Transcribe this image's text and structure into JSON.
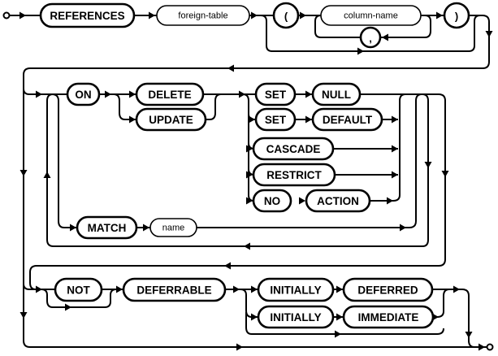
{
  "colors": {
    "line": "#000000",
    "background": "#ffffff",
    "box_fill": "#ffffff"
  },
  "diagram": {
    "kind": "railroad-syntax-diagram",
    "tokens": {
      "references": "REFERENCES",
      "foreign_table": "foreign-table",
      "lparen": "(",
      "column_name": "column-name",
      "comma": ",",
      "rparen": ")",
      "on": "ON",
      "delete": "DELETE",
      "update": "UPDATE",
      "set_a": "SET",
      "null": "NULL",
      "set_b": "SET",
      "default": "DEFAULT",
      "cascade": "CASCADE",
      "restrict": "RESTRICT",
      "no": "NO",
      "action": "ACTION",
      "match": "MATCH",
      "name": "name",
      "not": "NOT",
      "deferrable": "DEFERRABLE",
      "initially_a": "INITIALLY",
      "deferred": "DEFERRED",
      "initially_b": "INITIALLY",
      "immediate": "IMMEDIATE"
    }
  }
}
